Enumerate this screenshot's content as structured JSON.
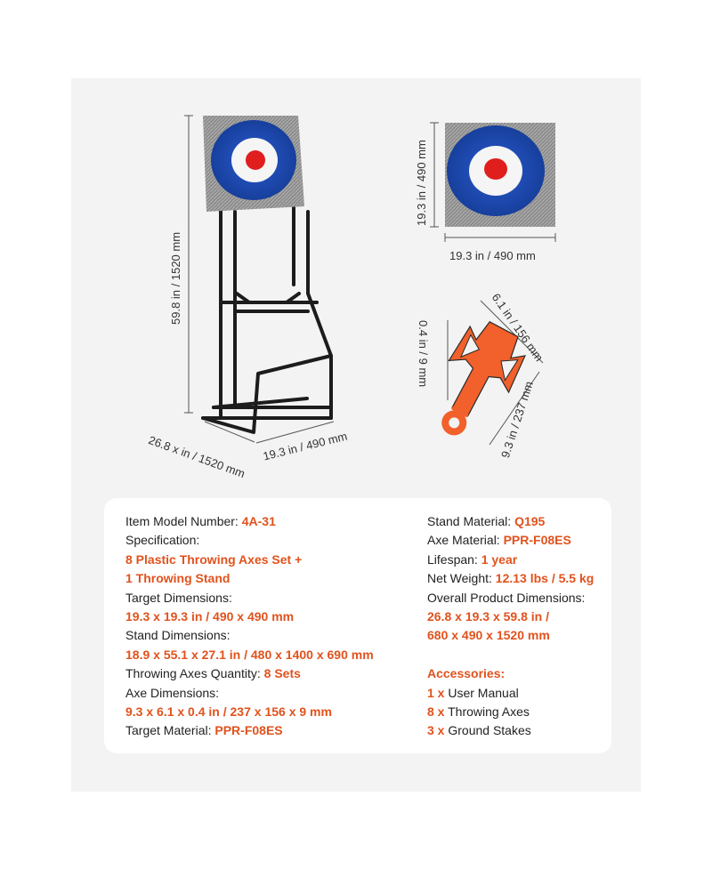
{
  "colors": {
    "accent": "#e1521d",
    "text": "#222222",
    "panel": "#f3f3f3",
    "target_blue": "#1f4fbf",
    "target_red": "#e01e1e",
    "axe_orange": "#f2602b"
  },
  "dimensions": {
    "stand_height": "59.8 in / 1520 mm",
    "stand_depth": "26.8 x  in / 1520 mm",
    "stand_width": "19.3 in / 490 mm",
    "target_height": "19.3 in / 490 mm",
    "target_width": "19.3 in / 490 mm",
    "axe_width": "6.1 in / 156 mm",
    "axe_length": "9.3 in / 237 mm",
    "axe_thickness": "0.4 in / 9 mm"
  },
  "specs": {
    "item_model_label": "Item Model Number:",
    "item_model_value": "4A-31",
    "specification_label": "Specification:",
    "specification_value_1": "8 Plastic Throwing Axes Set +",
    "specification_value_2": "1 Throwing Stand",
    "target_dim_label": "Target Dimensions:",
    "target_dim_value": "19.3 x 19.3 in / 490 x 490 mm",
    "stand_dim_label": "Stand Dimensions:",
    "stand_dim_value": "18.9 x 55.1 x 27.1 in / 480 x 1400 x 690 mm",
    "axes_qty_label": "Throwing Axes Quantity:",
    "axes_qty_value": "8 Sets",
    "axe_dim_label": "Axe Dimensions:",
    "axe_dim_value": "9.3 x 6.1 x 0.4 in / 237 x 156 x 9 mm",
    "target_material_label": "Target Material:",
    "target_material_value": "PPR-F08ES",
    "stand_material_label": "Stand Material:",
    "stand_material_value": "Q195",
    "axe_material_label": "Axe Material:",
    "axe_material_value": "PPR-F08ES",
    "lifespan_label": "Lifespan:",
    "lifespan_value": "1 year",
    "net_weight_label": "Net Weight:",
    "net_weight_value": "12.13 lbs / 5.5 kg",
    "overall_dim_label": "Overall Product Dimensions:",
    "overall_dim_value_1": "26.8 x 19.3 x 59.8 in /",
    "overall_dim_value_2": "680 x 490 x 1520 mm"
  },
  "accessories": {
    "title": "Accessories:",
    "items": [
      {
        "qty": "1 x",
        "name": "User Manual"
      },
      {
        "qty": "8 x",
        "name": "Throwing Axes"
      },
      {
        "qty": "3 x",
        "name": "Ground Stakes"
      }
    ]
  }
}
